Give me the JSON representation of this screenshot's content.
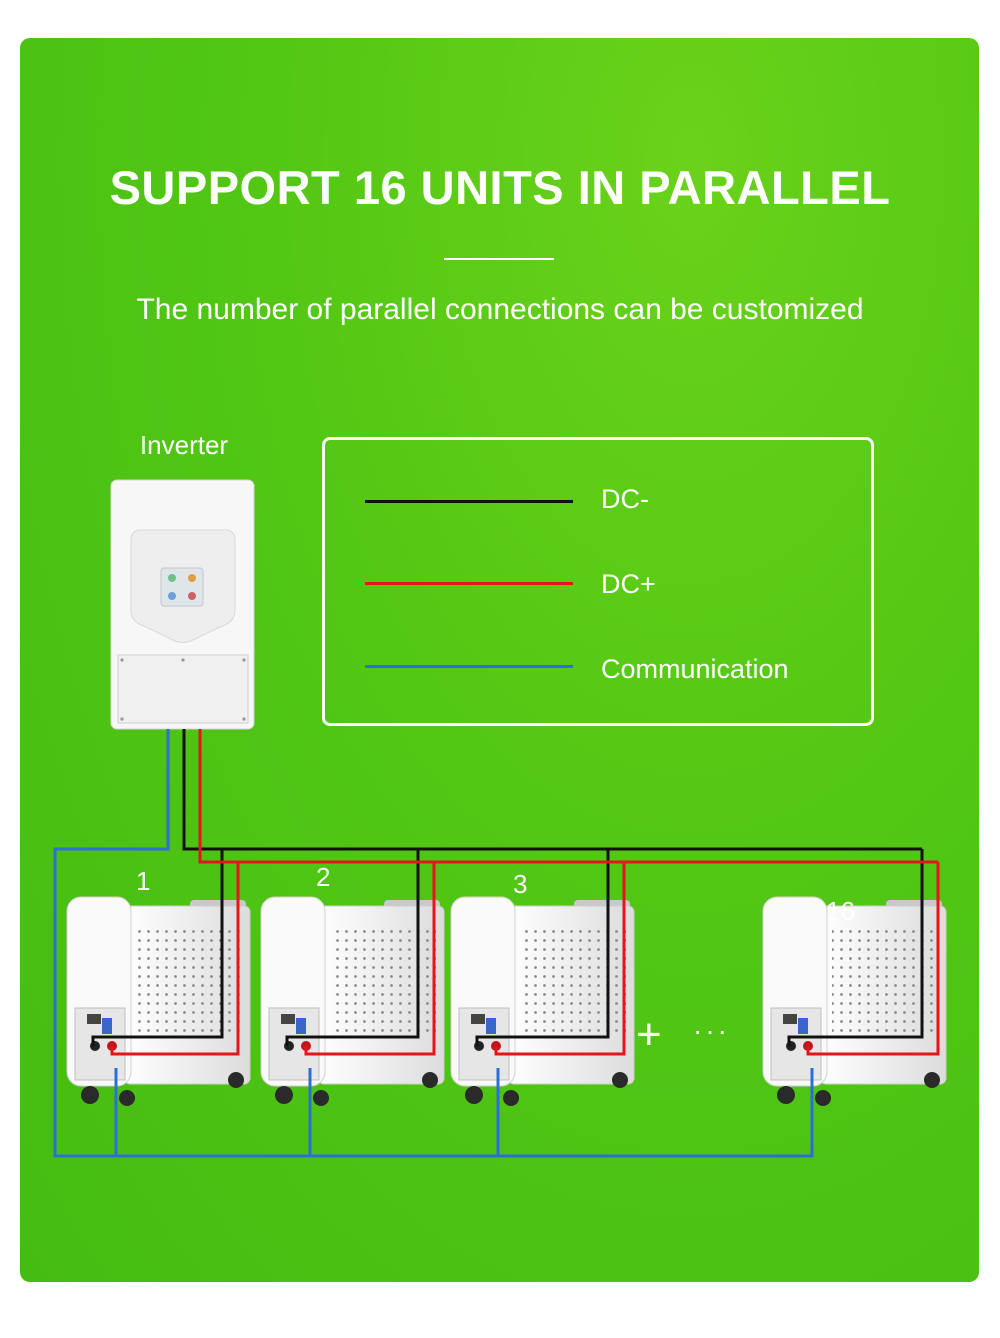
{
  "header": {
    "title": "SUPPORT 16 UNITS IN PARALLEL",
    "subtitle": "The number of parallel connections can be customized"
  },
  "inverter": {
    "label": "Inverter"
  },
  "legend": [
    {
      "label": "DC-",
      "color": "#111111"
    },
    {
      "label": "DC+",
      "color": "#e8141c"
    },
    {
      "label": "Communication",
      "color": "#2d6ed8"
    }
  ],
  "units": [
    {
      "label": "1"
    },
    {
      "label": "2"
    },
    {
      "label": "3"
    },
    {
      "label": "16"
    }
  ],
  "more_symbol": "+",
  "ellipsis": "···",
  "colors": {
    "background": "#52c714",
    "dc_negative": "#111111",
    "dc_positive": "#e8141c",
    "communication": "#2d6ed8"
  }
}
